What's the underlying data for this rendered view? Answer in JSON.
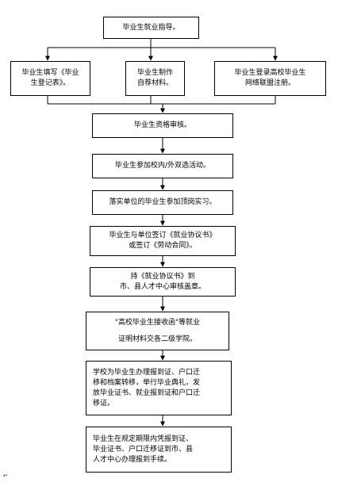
{
  "nodes": {
    "guidance": {
      "lines": [
        "毕业生就业指导。"
      ]
    },
    "fill_form": {
      "lines": [
        "毕业生填写《毕业",
        "生登记表》。"
      ]
    },
    "make_materials": {
      "lines": [
        "毕业生制作",
        "自荐材料。"
      ]
    },
    "register_online": {
      "lines": [
        "毕业生登录高校毕业生",
        "网络联盟注册。"
      ]
    },
    "qualification_review": {
      "lines": [
        "毕业生资格审核。"
      ]
    },
    "campus_recruitment": {
      "lines": [
        "毕业生参加校内/外双选活动。"
      ]
    },
    "internship": {
      "lines": [
        "落实单位的毕业生参加顶岗实习。"
      ]
    },
    "sign_agreement": {
      "lines": [
        "毕业生与单位签订《就业协议书》",
        "或签订《劳动合同》。"
      ]
    },
    "review_seal": {
      "lines": [
        "持《就业协议书》到",
        "市、县人才中心审核盖章。"
      ]
    },
    "receipt_letter": {
      "lines": [
        "\"高校毕业生接收函\"等就业",
        "",
        "证明材料交各二级学院。"
      ]
    },
    "school_process": {
      "lines": [
        "学校为毕业生办理报到证、户口迁",
        "移和档案转移，举行毕业典礼，发",
        "放毕业证书、就业报到证和户口迁",
        "移证。"
      ]
    },
    "report_registration": {
      "lines": [
        "毕业生在规定期限内凭报到证、",
        "毕业证书、户口迁移证到市、县",
        "人才中心办理报到手续。"
      ]
    }
  },
  "return_mark": "↵"
}
